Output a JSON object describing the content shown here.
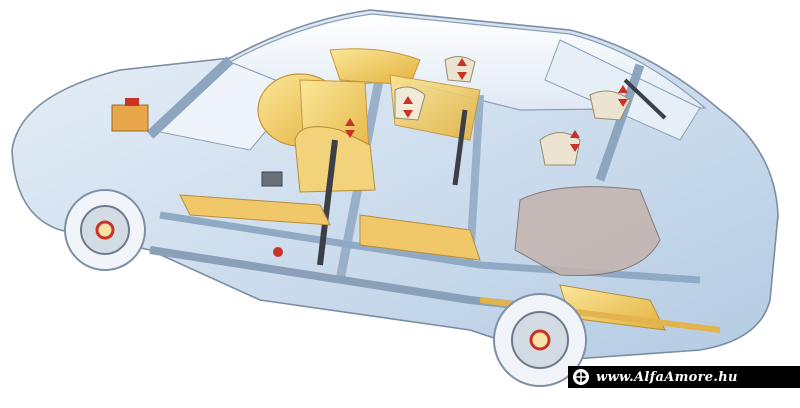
{
  "watermark": {
    "text": "www.AlfaAmore.hu"
  },
  "illustration": {
    "body_color": "#bcd3ea",
    "airbag_color": "#f2cf55",
    "component_color": "#e7a64a",
    "accent_color": "#c93326",
    "icons": [
      "car-body",
      "airbag",
      "seat",
      "seatbelt",
      "brake-disc",
      "fuel-tank",
      "exhaust"
    ]
  }
}
